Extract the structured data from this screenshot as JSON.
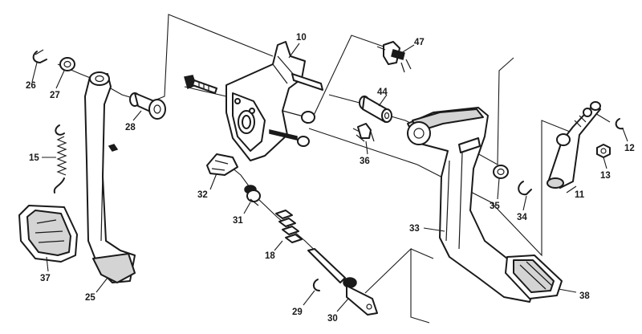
{
  "callouts": [
    {
      "id": "c10",
      "text": "10"
    },
    {
      "id": "c47",
      "text": "47"
    },
    {
      "id": "c26",
      "text": "26"
    },
    {
      "id": "c27",
      "text": "27"
    },
    {
      "id": "c28",
      "text": "28"
    },
    {
      "id": "c15",
      "text": "15"
    },
    {
      "id": "c44",
      "text": "44"
    },
    {
      "id": "c36",
      "text": "36"
    },
    {
      "id": "c12",
      "text": "12"
    },
    {
      "id": "c13",
      "text": "13"
    },
    {
      "id": "c11",
      "text": "11"
    },
    {
      "id": "c32",
      "text": "32"
    },
    {
      "id": "c31",
      "text": "31"
    },
    {
      "id": "c35",
      "text": "35"
    },
    {
      "id": "c34",
      "text": "34"
    },
    {
      "id": "c33",
      "text": "33"
    },
    {
      "id": "c18",
      "text": "18"
    },
    {
      "id": "c37",
      "text": "37"
    },
    {
      "id": "c25",
      "text": "25"
    },
    {
      "id": "c29",
      "text": "29"
    },
    {
      "id": "c30",
      "text": "30"
    },
    {
      "id": "c38",
      "text": "38"
    }
  ]
}
